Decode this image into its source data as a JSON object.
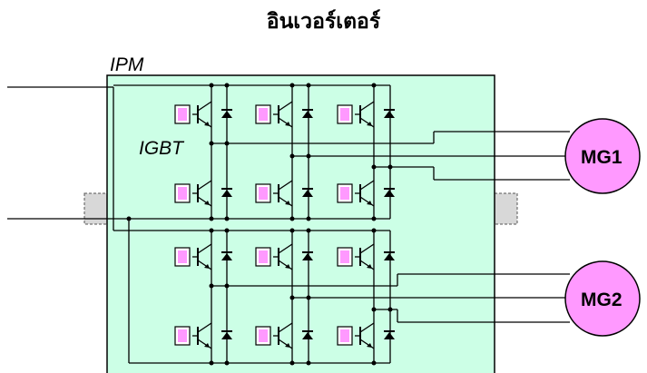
{
  "title": "อินเวอร์เตอร์",
  "module_label": "IPM",
  "switch_label": "IGBT",
  "motors": [
    {
      "label": "MG1"
    },
    {
      "label": "MG2"
    }
  ],
  "colors": {
    "module_fill": "#ccffe6",
    "motor_fill": "#ff99ff",
    "gate_fill": "#ff99ff",
    "wire": "#000000",
    "connector_fill": "#d8d8d8"
  }
}
